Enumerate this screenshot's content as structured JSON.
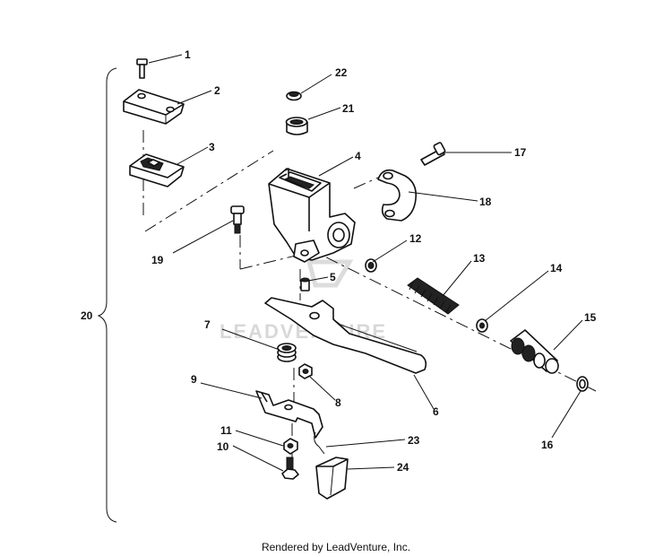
{
  "watermark": "LEADVENTURE",
  "footer": "Rendered by LeadVenture, Inc.",
  "callouts": [
    "1",
    "2",
    "3",
    "4",
    "5",
    "6",
    "7",
    "8",
    "9",
    "10",
    "11",
    "12",
    "13",
    "14",
    "15",
    "16",
    "17",
    "18",
    "19",
    "20",
    "21",
    "22",
    "23",
    "24"
  ]
}
